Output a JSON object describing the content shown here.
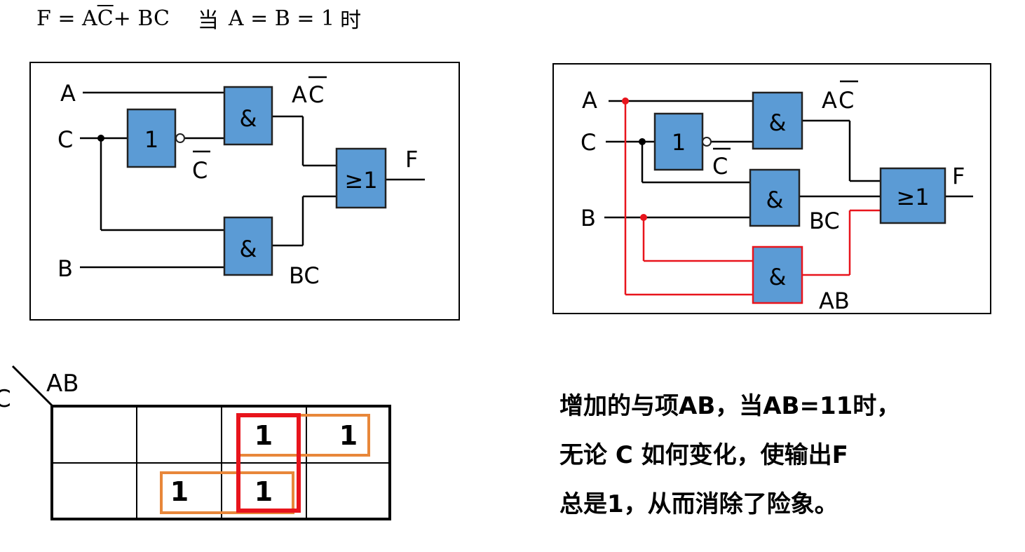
{
  "formula": {
    "lhs": "F = A",
    "cbar": "C",
    "rhs": " + BC",
    "when": "当",
    "condition": "A = B = 1",
    "time": "时"
  },
  "circuit_left": {
    "inputs": [
      "A",
      "C",
      "B"
    ],
    "not_gate": "1",
    "and_gate_1": "&",
    "and_gate_2": "&",
    "or_gate": "≥1",
    "not_output": "C",
    "and1_output_a": "A",
    "and1_output_c": "C",
    "and2_output": "BC",
    "output": "F"
  },
  "circuit_right": {
    "inputs": [
      "A",
      "C",
      "B"
    ],
    "not_gate": "1",
    "and_gate_1": "&",
    "and_gate_2": "&",
    "and_gate_3": "&",
    "or_gate": "≥1",
    "not_output": "C",
    "and1_output_a": "A",
    "and1_output_c": "C",
    "and2_output": "BC",
    "and3_output": "AB",
    "output": "F"
  },
  "kmap": {
    "row_var": "C",
    "col_var": "AB",
    "cells": [
      [
        "",
        "",
        "1",
        "1"
      ],
      [
        "",
        "1",
        "1",
        ""
      ]
    ]
  },
  "explanation": {
    "line1": "增加的与项AB，当AB=11时，",
    "line2": "无论 C 如何变化，使输出F",
    "line3": "总是1，从而消除了险象。"
  },
  "colors": {
    "gate_fill": "#5b9bd5",
    "added_path": "#e8141c",
    "group_orange": "#e8873a"
  }
}
